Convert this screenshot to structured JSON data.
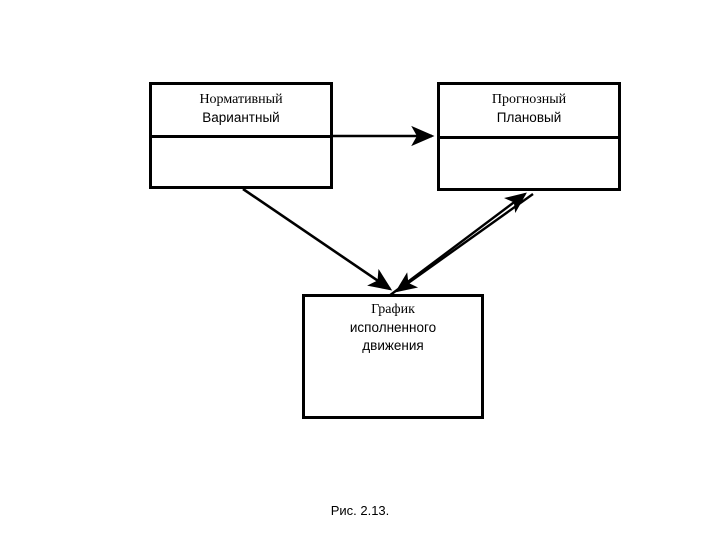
{
  "figure": {
    "caption": "Рис. 2.13.",
    "background_color": "#ffffff",
    "stroke_color": "#000000"
  },
  "nodes": [
    {
      "id": "normative",
      "name": "node-normative",
      "line1": "Нормативный",
      "line2": "Вариантный",
      "has_divider": true
    },
    {
      "id": "forecast",
      "name": "node-forecast",
      "line1": "Прогнозный",
      "line2": "Плановый",
      "has_divider": true
    },
    {
      "id": "schedule",
      "name": "node-schedule",
      "line1": "График",
      "line2": "исполненного",
      "line3": "движения",
      "has_divider": false
    }
  ],
  "connectors": [
    {
      "id": "normative-to-forecast",
      "name": "arrow-normative-to-forecast",
      "from": "normative",
      "to": "forecast",
      "style": "single-headed",
      "orientation": "horizontal"
    },
    {
      "id": "normative-to-schedule",
      "name": "arrow-normative-to-schedule",
      "from": "normative",
      "to": "schedule",
      "style": "single-headed",
      "orientation": "diagonal"
    },
    {
      "id": "schedule-to-forecast",
      "name": "arrow-schedule-to-forecast",
      "from": "schedule",
      "to": "forecast",
      "style": "single-headed",
      "orientation": "diagonal"
    },
    {
      "id": "forecast-to-schedule",
      "name": "arrow-forecast-to-schedule",
      "from": "forecast",
      "to": "schedule",
      "style": "single-headed",
      "orientation": "diagonal"
    }
  ]
}
